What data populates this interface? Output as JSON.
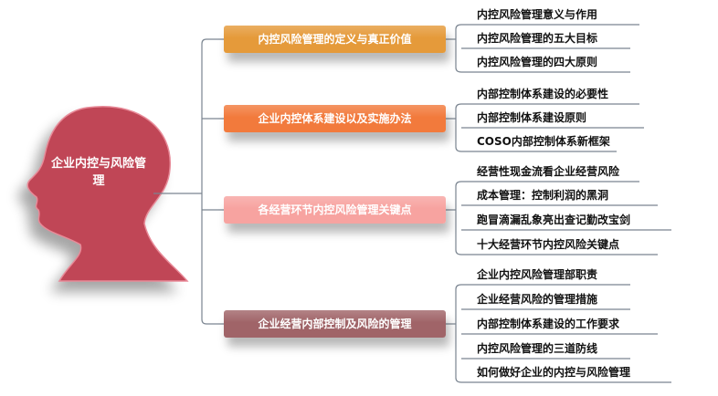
{
  "root": {
    "title": "企业内控与风险管理",
    "color": "#c04656"
  },
  "branches": [
    {
      "label": "内控风险管理的定义与真正价值",
      "color": "#e59a3a",
      "leaves": [
        "内控风险管理意义与作用",
        "内控风险管理的五大目标",
        "内控风险管理的四大原则"
      ]
    },
    {
      "label": "企业内控体系建设以及实施办法",
      "color": "#f27a3c",
      "leaves": [
        "内部控制体系建设的必要性",
        "内部控制体系建设原则",
        "COSO内部控制体系新框架"
      ]
    },
    {
      "label": "各经营环节内控风险管理关键点",
      "color": "#f7a3a0",
      "leaves": [
        "经营性现金流看企业经营风险",
        "成本管理：控制利润的黑洞",
        "跑冒滴漏乱象亮出查记勤改宝剑",
        "十大经营环节内控风险关键点"
      ]
    },
    {
      "label": "企业经营内部控制及风险的管理",
      "color": "#a06468",
      "leaves": [
        "企业内控风险管理部职责",
        "企业经营风险的管理措施",
        "内部控制体系建设的工作要求",
        "内控风险管理的三道防线",
        "如何做好企业的内控与风险管理"
      ]
    }
  ]
}
